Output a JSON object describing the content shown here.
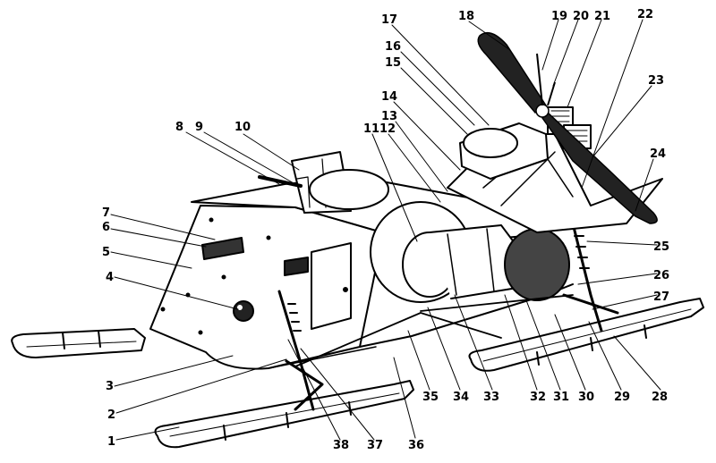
{
  "labels": [
    "1",
    "2",
    "3",
    "4",
    "5",
    "6",
    "7",
    "8",
    "9",
    "10",
    "11",
    "12",
    "13",
    "14",
    "15",
    "16",
    "17",
    "18",
    "19",
    "20",
    "21",
    "22",
    "23",
    "24",
    "25",
    "26",
    "27",
    "28",
    "29",
    "30",
    "31",
    "32",
    "33",
    "34",
    "35",
    "36",
    "37",
    "38"
  ]
}
